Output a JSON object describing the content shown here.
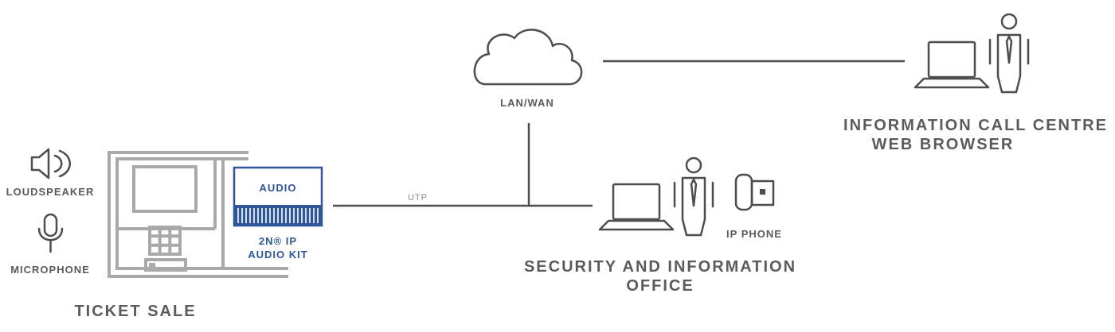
{
  "labels": {
    "lan_wan": "LAN/WAN",
    "utp": "UTP",
    "loudspeaker": "LOUDSPEAKER",
    "microphone": "MICROPHONE",
    "ticket_sale": "TICKET SALE",
    "audio": "AUDIO",
    "audio_kit_line1": "2N® IP",
    "audio_kit_line2": "AUDIO KIT",
    "ip_phone": "IP PHONE",
    "security_line1": "SECURITY AND INFORMATION",
    "security_line2": "OFFICE",
    "call_centre_line1": "INFORMATION CALL CENTRE",
    "call_centre_line2": "WEB BROWSER"
  },
  "colors": {
    "text_gray": "#5b5b5b",
    "line_gray": "#4d4d4d",
    "kiosk_gray": "#a9a9a9",
    "brand_blue": "#2f5797"
  },
  "icons": [
    "cloud-icon",
    "laptop-icon",
    "person-icon",
    "loudspeaker-icon",
    "microphone-icon",
    "ip-phone-icon",
    "keypad-icon",
    "audio-kit-icon"
  ]
}
